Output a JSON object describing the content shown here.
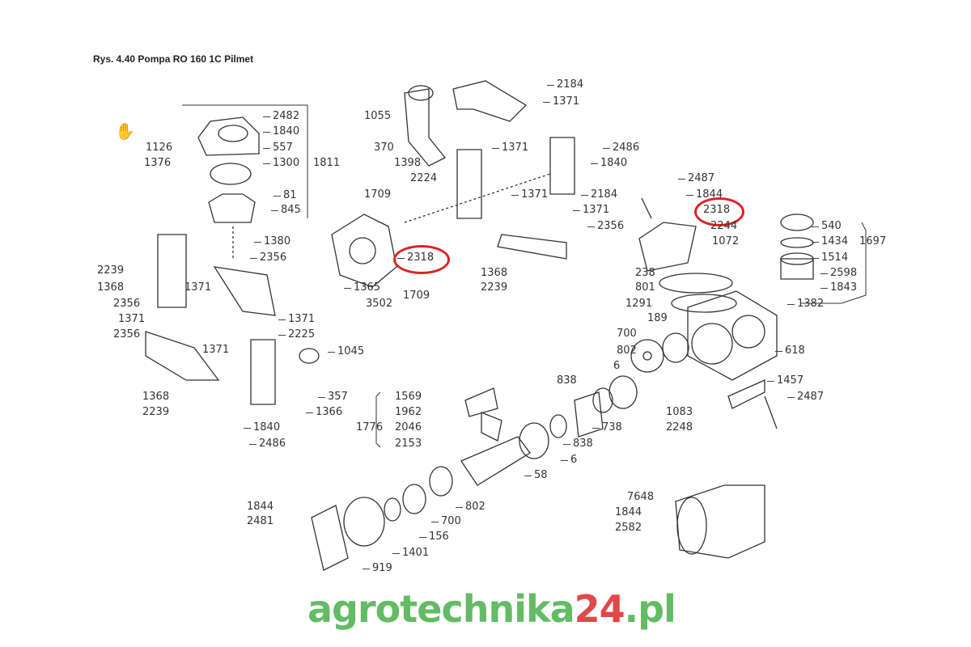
{
  "title": "Rys. 4.40 Pompa RO 160 1C Pilmet",
  "watermark": {
    "main": "agrotechnika",
    "num": "24",
    "suffix": ".pl"
  },
  "highlighted_part": "2318",
  "labels": [
    "2482",
    "1840",
    "557",
    "1126",
    "1376",
    "1300",
    "1811",
    "81",
    "845",
    "1380",
    "2356",
    "2239",
    "1368",
    "1371",
    "2356",
    "1371",
    "2356",
    "1371",
    "1368",
    "2239",
    "1840",
    "2486",
    "1045",
    "357",
    "1366",
    "1371",
    "2225",
    "1365",
    "3502",
    "1709",
    "1709",
    "2318",
    "1055",
    "370",
    "1398",
    "2224",
    "2184",
    "1371",
    "1371",
    "2486",
    "1840",
    "2184",
    "1371",
    "1371",
    "2356",
    "1368",
    "2239",
    "2487",
    "1844",
    "2318",
    "2244",
    "1072",
    "540",
    "1434",
    "1697",
    "1514",
    "2598",
    "1843",
    "1382",
    "238",
    "801",
    "1291",
    "189",
    "700",
    "802",
    "618",
    "6",
    "838",
    "1457",
    "2487",
    "1083",
    "2248",
    "738",
    "838",
    "6",
    "58",
    "802",
    "700",
    "156",
    "1401",
    "919",
    "1844",
    "2481",
    "7648",
    "1844",
    "2582",
    "1569",
    "1962",
    "2046",
    "1776",
    "2153"
  ]
}
